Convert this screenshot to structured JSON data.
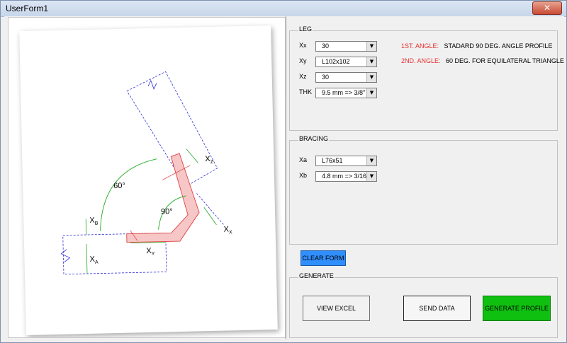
{
  "window": {
    "title": "UserForm1",
    "close_glyph": "✕"
  },
  "leg": {
    "group_label": "LEG",
    "rows": [
      {
        "label": "Xx",
        "value": "30"
      },
      {
        "label": "Xy",
        "value": "L102x102"
      },
      {
        "label": "Xz",
        "value": "30"
      },
      {
        "label": "THK",
        "value": "9.5 mm => 3/8\""
      }
    ],
    "notes": [
      {
        "tag": "1ST. ANGLE:",
        "text": "STADARD 90 DEG. ANGLE PROFILE"
      },
      {
        "tag": "2ND. ANGLE:",
        "text": "60 DEG. FOR EQUILATERAL TRIANGLE"
      }
    ]
  },
  "bracing": {
    "group_label": "BRACING",
    "rows": [
      {
        "label": "Xa",
        "value": "L76x51"
      },
      {
        "label": "Xb",
        "value": "4.8 mm => 3/16\""
      }
    ]
  },
  "clear_button": "CLEAR FORM",
  "generate": {
    "group_label": "GENERATE",
    "view_excel": "VIEW EXCEL",
    "send_data": "SEND DATA",
    "generate_profile": "GENERATE PROFILE"
  },
  "diagram": {
    "angle_60": "60°",
    "angle_90": "90°",
    "x_main": "X",
    "sub_b": "B",
    "sub_a": "A",
    "sub_y": "Y",
    "sub_x": "X",
    "sub_z": "Z"
  },
  "colors": {
    "dimension_line": "#2b2bd6",
    "arc": "#22aa22",
    "profile_fill": "#f7c6c6",
    "profile_stroke": "#e04040",
    "note_red": "#e53030"
  }
}
